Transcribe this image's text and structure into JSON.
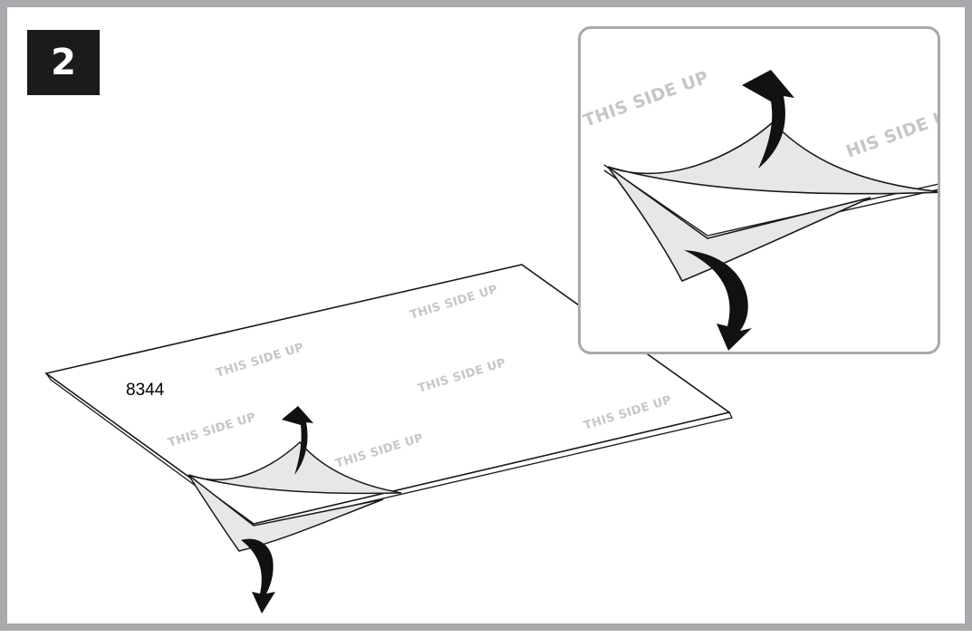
{
  "step": {
    "number": "2"
  },
  "sheet": {
    "part_number": "8344",
    "stamp_text": "THIS SIDE UP"
  },
  "inset": {
    "stamp_text": "THIS SIDE UP",
    "stamp_text_partial_1": "THIS SIDE UP",
    "stamp_text_partial_2": "HIS SIDE U"
  },
  "colors": {
    "border": "#a7a9ac",
    "badge": "#1b1b1b",
    "stamp": "#c4c6c8",
    "peel_fill": "#e6e7e8",
    "arrow": "#111111"
  },
  "icons": [
    "curved-arrow-up-icon",
    "curved-arrow-down-icon"
  ]
}
